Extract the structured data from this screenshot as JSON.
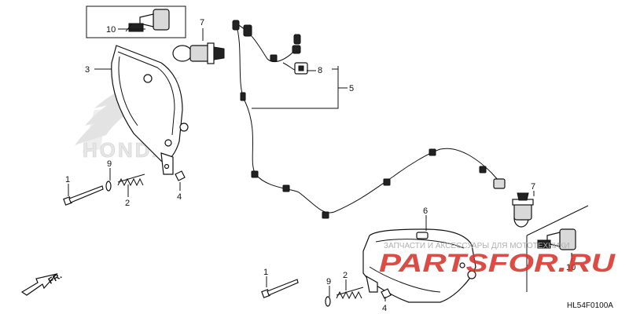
{
  "diagram": {
    "code": "HL54F0100A",
    "direction_label": "FR.",
    "background_logo_text": "HONDA",
    "watermark_top": "ЗАПЧАСТИ И АКСЕССУАРЫ ДЛЯ МОТОТЕХНИКИ",
    "watermark_brand": "PARTSFOR.RU",
    "callouts": [
      {
        "id": "c10a",
        "label": "10"
      },
      {
        "id": "c7a",
        "label": "7"
      },
      {
        "id": "c3",
        "label": "3"
      },
      {
        "id": "c8",
        "label": "8"
      },
      {
        "id": "c5",
        "label": "5"
      },
      {
        "id": "c1a",
        "label": "1"
      },
      {
        "id": "c9a",
        "label": "9"
      },
      {
        "id": "c2a",
        "label": "2"
      },
      {
        "id": "c4a",
        "label": "4"
      },
      {
        "id": "c7b",
        "label": "7"
      },
      {
        "id": "c6",
        "label": "6"
      },
      {
        "id": "c1b",
        "label": "1"
      },
      {
        "id": "c9b",
        "label": "9"
      },
      {
        "id": "c2b",
        "label": "2"
      },
      {
        "id": "c4b",
        "label": "4"
      },
      {
        "id": "c10b",
        "label": "10"
      }
    ]
  },
  "colors": {
    "watermark_red": "#d9342b",
    "watermark_text_gray": "#b0b0b0",
    "logo_gray": "#e3e3e3"
  }
}
